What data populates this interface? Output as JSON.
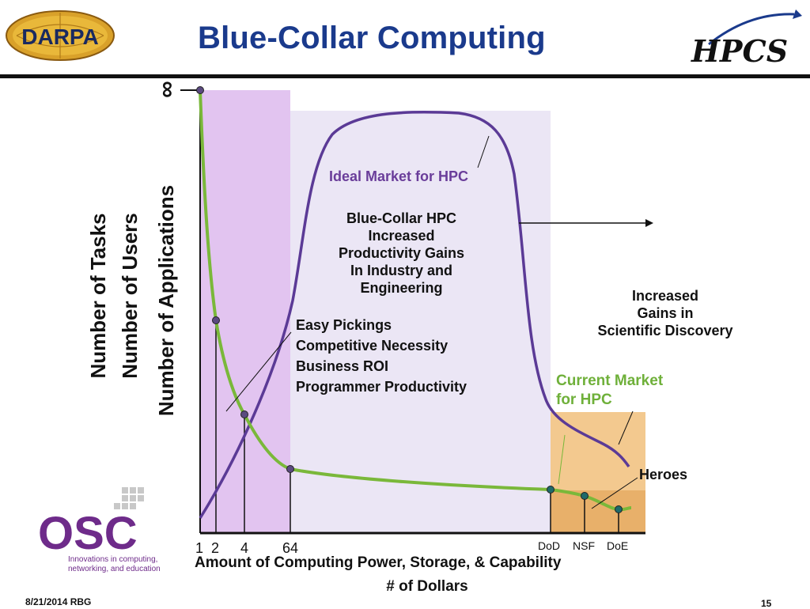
{
  "header": {
    "title": "Blue-Collar Computing",
    "left_logo_text": "DARPA",
    "right_logo_text": "HPCS"
  },
  "axes": {
    "y_labels": [
      "Number of Tasks",
      "Number of Users",
      "Number of Applications"
    ],
    "y_top_symbol": "∞",
    "x_label": "Amount of Computing Power, Storage, & Capability",
    "x_sublabel": "# of Dollars",
    "x_ticks": [
      "1",
      "2",
      "4",
      "64"
    ],
    "x_ticks_right": [
      "DoD",
      "NSF",
      "DoE"
    ]
  },
  "annotations": {
    "ideal_market": "Ideal Market for HPC",
    "blue_collar": [
      "Blue-Collar HPC",
      "Increased",
      "Productivity Gains",
      "In Industry and",
      "Engineering"
    ],
    "easy_pickings": [
      "Easy Pickings",
      "Competitive Necessity",
      "Business ROI",
      "Programmer Productivity"
    ],
    "scientific": [
      "Increased",
      "Gains in",
      "Scientific Discovery"
    ],
    "current_market": [
      "Current Market",
      "for HPC"
    ],
    "heroes": "Heroes"
  },
  "colors": {
    "title": "#1a3a8c",
    "purple_curve": "#5b3a96",
    "green_curve": "#7ab83a",
    "light_purple_band": "#e2c4f0",
    "lavender_band": "#ebe6f5",
    "current_market_band": "#f3c98f"
  },
  "osc": {
    "name": "OSC",
    "tagline": [
      "Innovations in computing,",
      "networking, and education"
    ]
  },
  "footer": {
    "left": "8/21/2014 RBG",
    "page": "15"
  }
}
